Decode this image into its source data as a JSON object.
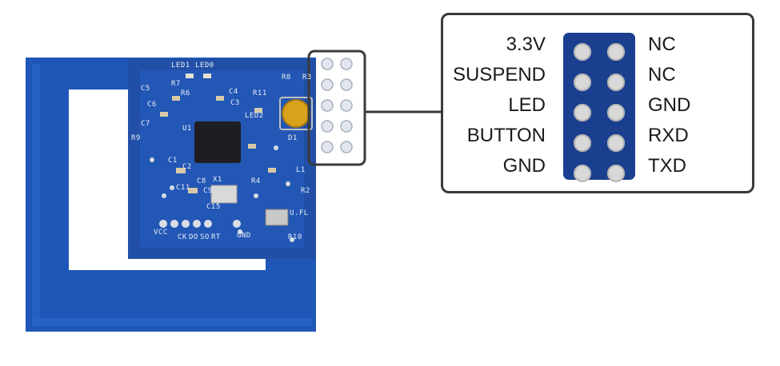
{
  "pinout": {
    "left_labels": [
      "3.3V",
      "SUSPEND",
      "LED",
      "BUTTON",
      "GND"
    ],
    "right_labels": [
      "NC",
      "NC",
      "GND",
      "RXD",
      "TXD"
    ]
  },
  "board": {
    "silkscreen": [
      "LED1",
      "LED0",
      "R8",
      "R3",
      "C5",
      "C4",
      "C3",
      "R7",
      "R6",
      "C6",
      "C7",
      "R9",
      "U1",
      "LED2",
      "R11",
      "D1",
      "C1",
      "C2",
      "C11",
      "C8",
      "C9",
      "X1",
      "L1",
      "R2",
      "R10",
      "U.FL",
      "VCC",
      "CK",
      "DO",
      "SO",
      "RT",
      "GND",
      "C15",
      "R4"
    ],
    "colors": {
      "pcb": "#1f57b8",
      "pcb_dark": "#163f8a",
      "connector_outline": "#3a3a3a",
      "button": "#d8a21a"
    }
  }
}
